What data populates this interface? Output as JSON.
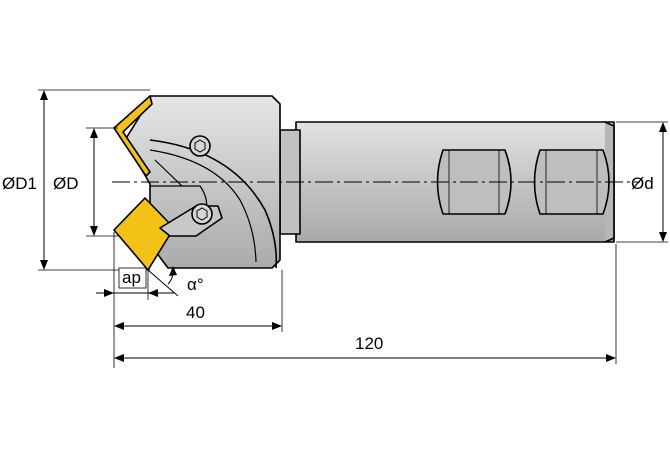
{
  "labels": {
    "diameter_d1": "ØD1",
    "diameter_d": "ØD",
    "diameter_shank": "Ød",
    "depth_ap": "ap",
    "angle": "α°",
    "length_head": "40",
    "length_total": "120"
  },
  "colors": {
    "body": "#c8cacc",
    "shank": "#c3c5c7",
    "insert": "#f2c316",
    "outline": "#000000",
    "background": "#ffffff"
  }
}
